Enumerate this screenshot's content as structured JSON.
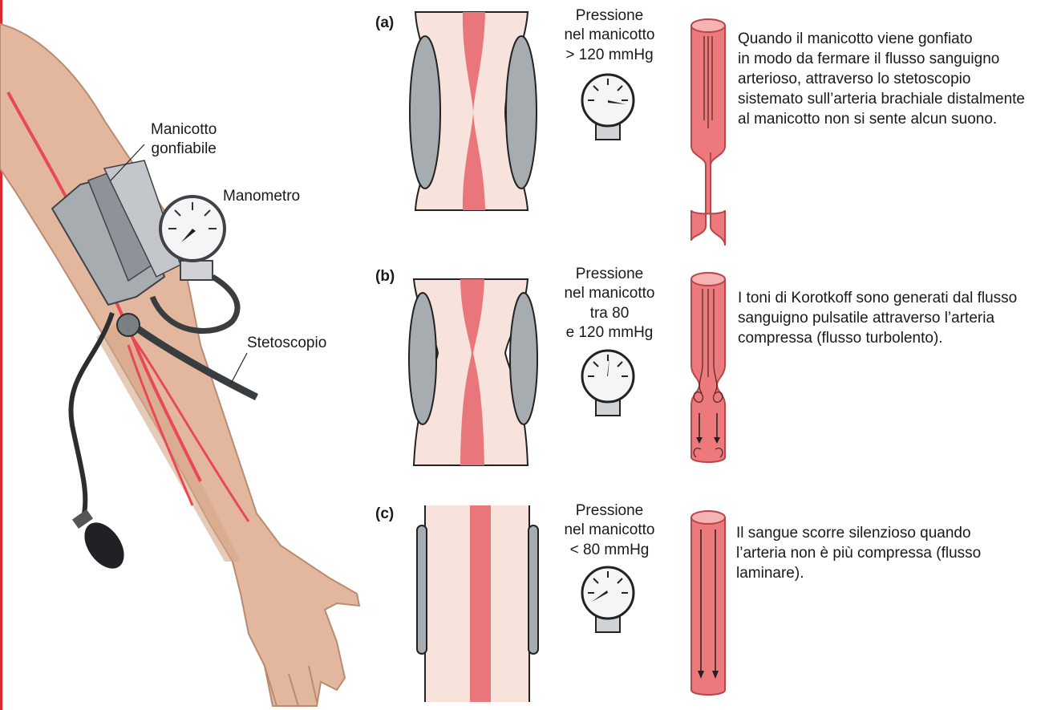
{
  "arm": {
    "cuff_label": [
      "Manicotto",
      "gonfiabile"
    ],
    "manometer_label": "Manometro",
    "stethoscope_label": "Stetoscopio"
  },
  "panels": [
    {
      "letter": "(a)",
      "pressure": [
        "Pressione",
        "nel manicotto",
        "> 120 mmHg"
      ],
      "description": [
        "Quando il manicotto viene gonfiato",
        "in modo da fermare il flusso sanguigno",
        "arterioso, attraverso lo stetoscopio",
        "sistemato sull’arteria brachiale distalmente",
        "al manicotto non si sente alcun suono."
      ]
    },
    {
      "letter": "(b)",
      "pressure": [
        "Pressione",
        "nel manicotto",
        "tra 80",
        "e 120 mmHg"
      ],
      "description": [
        "I toni di Korotkoff sono generati dal flusso",
        "sanguigno pulsatile attraverso l’arteria",
        "compressa (flusso turbolento)."
      ]
    },
    {
      "letter": "(c)",
      "pressure": [
        "Pressione",
        "nel manicotto",
        "< 80 mmHg"
      ],
      "description": [
        "Il sangue scorre silenzioso quando",
        "l’arteria non è più compressa (flusso",
        "laminare)."
      ]
    }
  ],
  "colors": {
    "skin": "#e2b79d",
    "tissue": "#f7e2dc",
    "artery": "#e9767a",
    "cuff": "#a7acb1",
    "vessel": "#ec7a7c",
    "accent_line": "#d9282f"
  }
}
